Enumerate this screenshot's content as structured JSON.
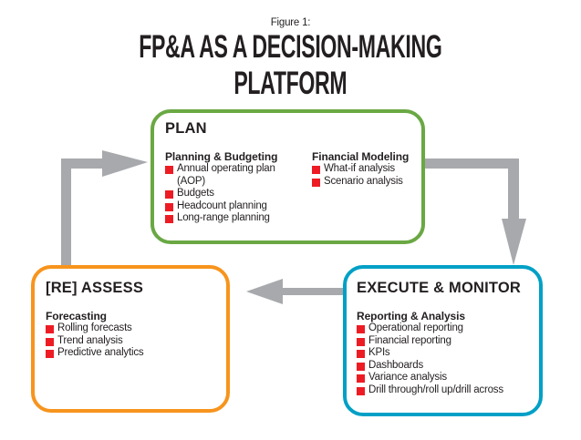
{
  "figure": {
    "label": "Figure 1:",
    "title": "FP&A AS A DECISION-MAKING PLATFORM"
  },
  "colors": {
    "plan_border": "#6aa843",
    "assess_border": "#f7941d",
    "execute_border": "#00a0c6",
    "arrow": "#a7a9ac",
    "bullet": "#ed1c24",
    "text": "#231f20"
  },
  "boxes": {
    "plan": {
      "title": "PLAN",
      "sections": [
        {
          "title": "Planning & Budgeting",
          "items": [
            "Annual operating plan",
            "(AOP)",
            "Budgets",
            "Headcount planning",
            "Long-range planning"
          ]
        },
        {
          "title": "Financial Modeling",
          "items": [
            "What-if analysis",
            "Scenario analysis"
          ]
        }
      ]
    },
    "assess": {
      "title": "[RE] ASSESS",
      "sections": [
        {
          "title": "Forecasting",
          "items": [
            "Rolling forecasts",
            "Trend analysis",
            "Predictive analytics"
          ]
        }
      ]
    },
    "execute": {
      "title": "EXECUTE & MONITOR",
      "sections": [
        {
          "title": "Reporting & Analysis",
          "items": [
            "Operational reporting",
            "Financial reporting",
            "KPIs",
            "Dashboards",
            "Variance analysis",
            "Drill through/roll up/drill across"
          ]
        }
      ]
    }
  },
  "flow": [
    {
      "from": "plan",
      "to": "execute"
    },
    {
      "from": "execute",
      "to": "assess"
    },
    {
      "from": "assess",
      "to": "plan"
    }
  ]
}
